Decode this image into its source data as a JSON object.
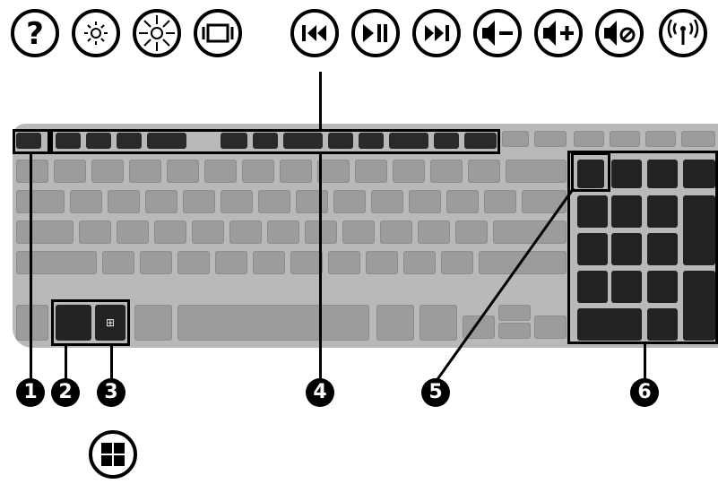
{
  "top_icons": [
    {
      "name": "help-icon"
    },
    {
      "name": "brightness-down-icon"
    },
    {
      "name": "brightness-up-icon"
    },
    {
      "name": "switch-display-icon"
    },
    {
      "name": "previous-track-icon"
    },
    {
      "name": "play-pause-icon"
    },
    {
      "name": "next-track-icon"
    },
    {
      "name": "volume-down-icon"
    },
    {
      "name": "volume-up-icon"
    },
    {
      "name": "mute-icon"
    },
    {
      "name": "wireless-icon"
    }
  ],
  "callouts": [
    "1",
    "2",
    "3",
    "4",
    "5",
    "6"
  ],
  "colors": {
    "key": "#9c9c9c",
    "keyboard": "#b9b9b9",
    "highlight": "#000000"
  }
}
